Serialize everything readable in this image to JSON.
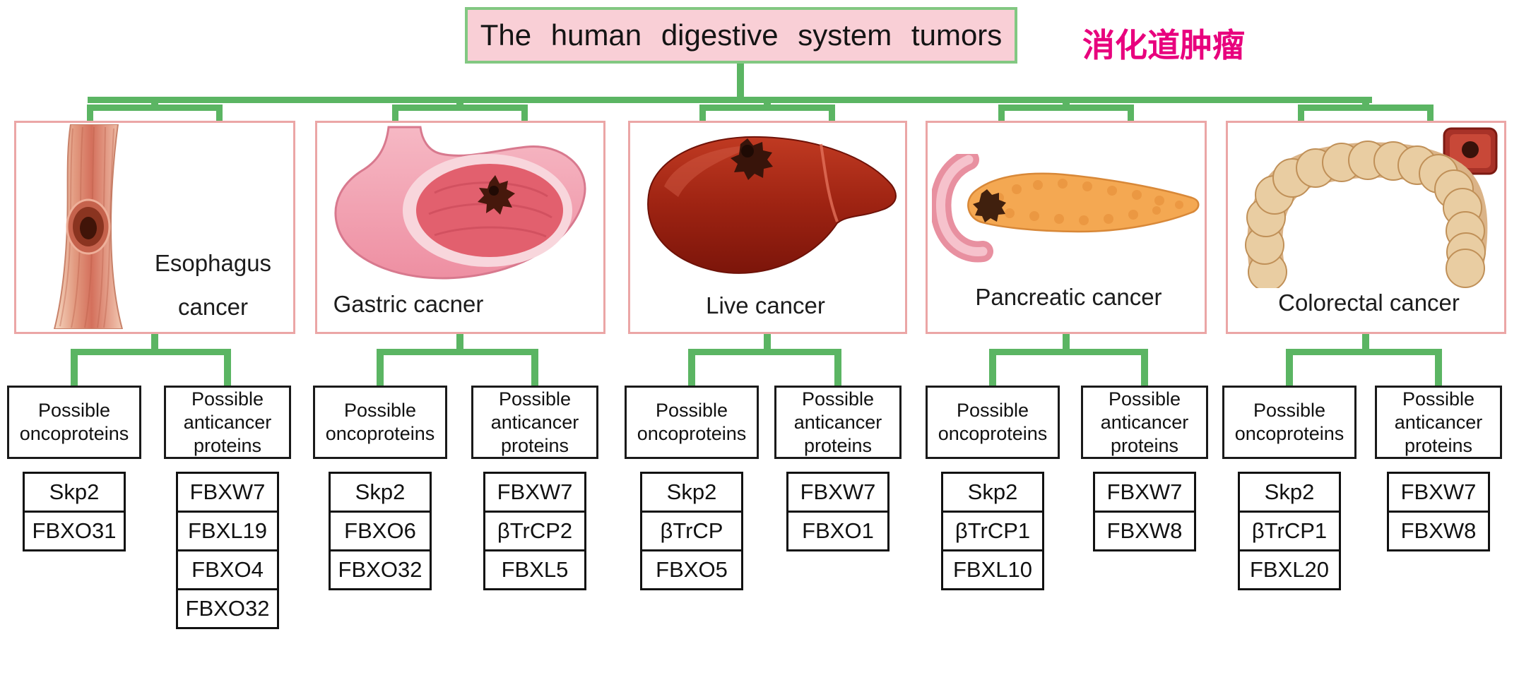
{
  "title": {
    "en": "The human digestive system tumors",
    "zh": "消化道肿瘤"
  },
  "headers": {
    "oncoproteins": "Possible\noncoproteins",
    "anticancer": "Possible\nanticancer\nproteins"
  },
  "branches": [
    {
      "name": "Esophagus cancer",
      "label": "Esophagus\ncancer",
      "organ": "esophagus",
      "oncoproteins": [
        "Skp2",
        "FBXO31"
      ],
      "anticancer_proteins": [
        "FBXW7",
        "FBXL19",
        "FBXO4",
        "FBXO32"
      ]
    },
    {
      "name": "Gastric cacner",
      "label": "Gastric cacner",
      "organ": "stomach",
      "oncoproteins": [
        "Skp2",
        "FBXO6",
        "FBXO32"
      ],
      "anticancer_proteins": [
        "FBXW7",
        "βTrCP2",
        "FBXL5"
      ]
    },
    {
      "name": "Live cancer",
      "label": "Live cancer",
      "organ": "liver",
      "oncoproteins": [
        "Skp2",
        "βTrCP",
        "FBXO5"
      ],
      "anticancer_proteins": [
        "FBXW7",
        "FBXO1"
      ]
    },
    {
      "name": "Pancreatic cancer",
      "label": "Pancreatic cancer",
      "organ": "pancreas",
      "oncoproteins": [
        "Skp2",
        "βTrCP1",
        "FBXL10"
      ],
      "anticancer_proteins": [
        "FBXW7",
        "FBXW8"
      ]
    },
    {
      "name": "Colorectal cancer",
      "label": "Colorectal cancer",
      "organ": "colon",
      "oncoproteins": [
        "Skp2",
        "βTrCP1",
        "FBXL20"
      ],
      "anticancer_proteins": [
        "FBXW7",
        "FBXW8"
      ]
    }
  ],
  "colors": {
    "connector_green": "#5bb563",
    "title_bg_pink": "#f9cfd6",
    "title_border_green": "#82c882",
    "panel_border_pink": "#eba6a6",
    "chinese_text_pink": "#e8007d",
    "box_border_black": "#1a1a1a"
  }
}
